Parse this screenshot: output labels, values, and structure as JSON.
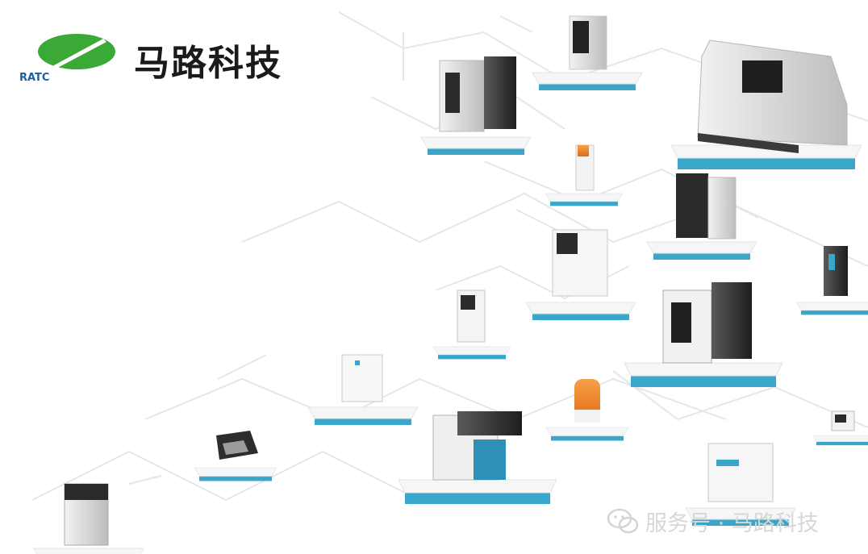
{
  "brand": {
    "logo_text": "RATC",
    "title": "马路科技",
    "accent_color": "#3aa935"
  },
  "watermark": {
    "icon": "wechat-icon",
    "text": "服务号 · 马路科技"
  },
  "colors": {
    "platform_shadow": "#36a6c9",
    "circuit_line": "#e4e7ea"
  }
}
